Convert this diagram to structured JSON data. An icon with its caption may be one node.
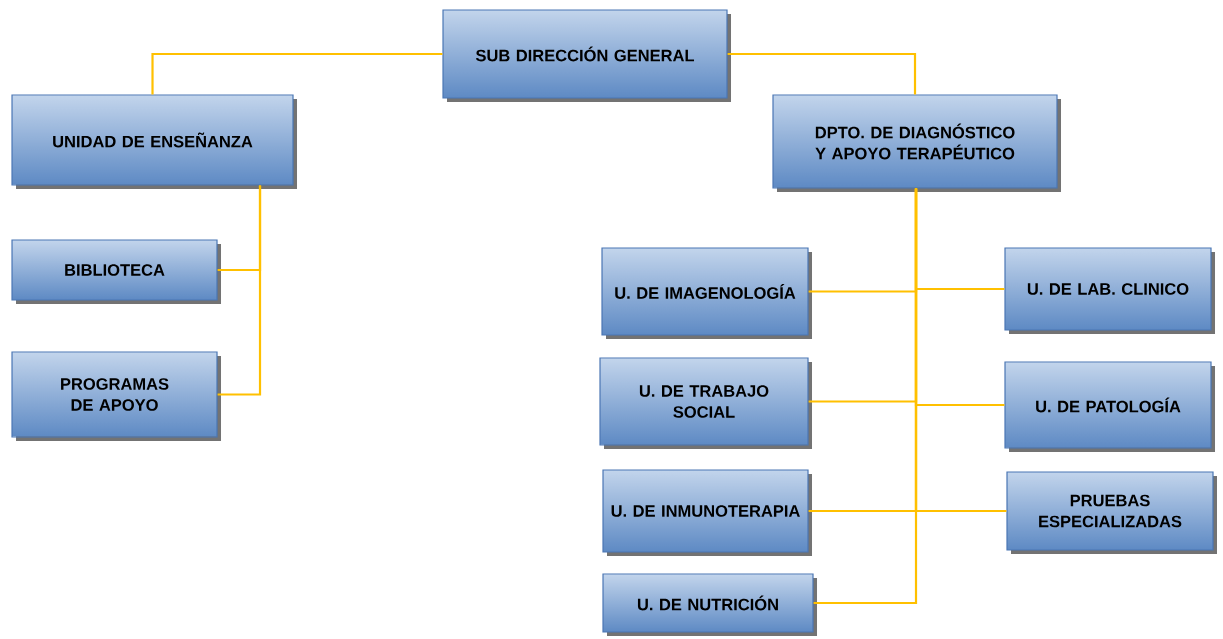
{
  "diagram": {
    "nodes": [
      {
        "text": [
          "SUB DIRECCIÓN GENERAL"
        ]
      },
      {
        "text": [
          "UNIDAD DE ENSEÑANZA"
        ]
      },
      {
        "text": [
          "DPTO. DE DIAGNÓSTICO Y APOYO TERAPÉUTICO"
        ]
      },
      {
        "text": [
          "BIBLIOTECA"
        ]
      },
      {
        "text": [
          "PROGRAMAS DE APOYO"
        ]
      },
      {
        "text": [
          "U. DE IMAGENOLOGÍA"
        ]
      },
      {
        "text": [
          "U. DE LAB. CLINICO"
        ]
      },
      {
        "text": [
          "U. DE TRABAJO SOCIAL"
        ]
      },
      {
        "text": [
          "U. DE PATOLOGÍA"
        ]
      },
      {
        "text": [
          "U. DE INMUNOTERAPIA"
        ]
      },
      {
        "text": [
          "PRUEBAS ESPECIALIZADAS"
        ]
      },
      {
        "text": [
          "U. DE NUTRICIÓN"
        ]
      }
    ],
    "edges": [
      {
        "from": 0,
        "to": 1,
        "arrow": "none"
      },
      {
        "from": 0,
        "to": 2,
        "arrow": "none"
      },
      {
        "from": 1,
        "to": 3,
        "arrow": "none"
      },
      {
        "from": 1,
        "to": 4,
        "arrow": "none"
      },
      {
        "from": 2,
        "to": 5,
        "arrow": "none"
      },
      {
        "from": 2,
        "to": 6,
        "arrow": "none"
      },
      {
        "from": 2,
        "to": 7,
        "arrow": "none"
      },
      {
        "from": 2,
        "to": 8,
        "arrow": "none"
      },
      {
        "from": 2,
        "to": 9,
        "arrow": "none"
      },
      {
        "from": 2,
        "to": 10,
        "arrow": "none"
      },
      {
        "from": 2,
        "to": 11,
        "arrow": "none"
      }
    ]
  }
}
